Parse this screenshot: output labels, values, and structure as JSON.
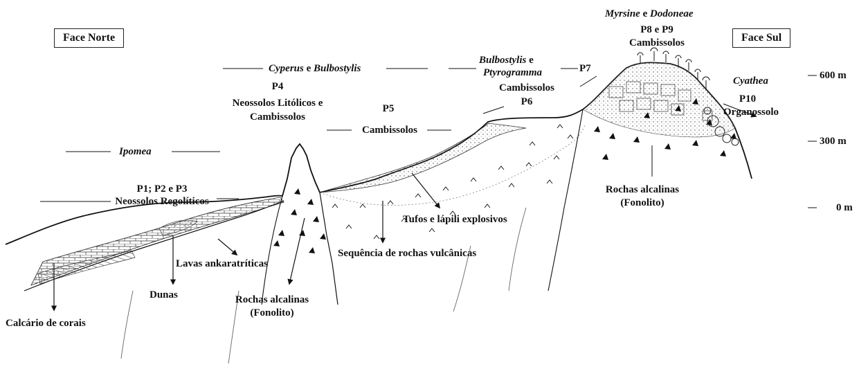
{
  "faces": {
    "north": "Face Norte",
    "south": "Face Sul"
  },
  "altitude": {
    "t600": "600 m",
    "t300": "300 m",
    "t0": "0 m"
  },
  "veg": {
    "ipomea": "Ipomea",
    "cyperus": "Cyperus",
    "e1": "e",
    "bulbostylis1": "Bulbostylis",
    "bulbostylis2": "Bulbostylis",
    "e2": "e",
    "ptyrogramma": "Ptyrogramma",
    "myrsine": "Myrsine",
    "e3": "e",
    "dodoneae": "Dodoneae",
    "cyathea": "Cyathea"
  },
  "profiles": {
    "p123": "P1; P2 e P3",
    "p123_soil": "Neossolos Regolíticos",
    "p4": "P4",
    "p4_soil1": "Neossolos Litólicos e",
    "p4_soil2": "Cambissolos",
    "p5": "P5",
    "p5_soil": "Cambissolos",
    "p6_soil": "Cambissolos",
    "p6": "P6",
    "p7": "P7",
    "p89": "P8 e P9",
    "p89_soil": "Cambissolos",
    "p10": "P10",
    "p10_soil": "Organossolo"
  },
  "geology": {
    "calcario": "Calcário de corais",
    "dunas": "Dunas",
    "lavas": "Lavas ankaratríticas",
    "rochas1a": "Rochas alcalinas",
    "rochas1b": "(Fonolito)",
    "sequencia": "Sequência de rochas vulcânicas",
    "tufos": "Tufos e lápili explosivos",
    "rochas2a": "Rochas alcalinas",
    "rochas2b": "(Fonolito)"
  }
}
